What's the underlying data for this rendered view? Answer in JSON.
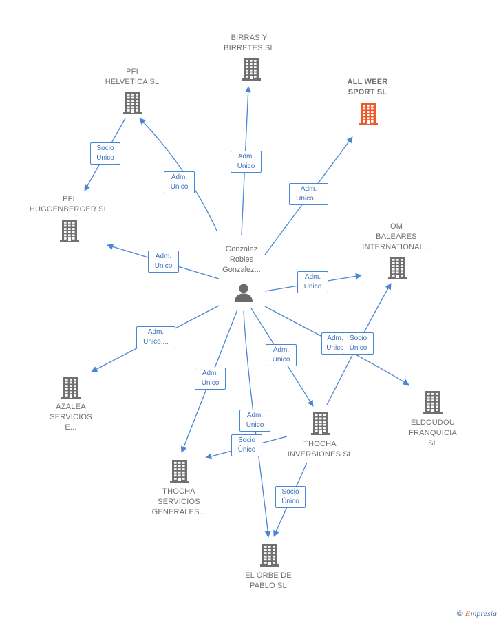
{
  "person": {
    "label": "Gonzalez\nRobles\nGonzalez..."
  },
  "nodes": [
    {
      "id": "birras",
      "label": "BIRRAS Y\nBIRRETES  SL",
      "highlight": false
    },
    {
      "id": "pfi_helvetica",
      "label": "PFI\nHELVETICA SL",
      "highlight": false
    },
    {
      "id": "all_weer",
      "label": "ALL WEER\nSPORT  SL",
      "highlight": true
    },
    {
      "id": "pfi_hugg",
      "label": "PFI\nHUGGENBERGER SL",
      "highlight": false
    },
    {
      "id": "om_baleares",
      "label": "OM\nBALEARES\nINTERNATIONAL...",
      "highlight": false
    },
    {
      "id": "azalea",
      "label": "AZALEA\nSERVICIOS\nE...",
      "highlight": false
    },
    {
      "id": "eldoudou",
      "label": "ELDOUDOU\nFRANQUICIA\nSL",
      "highlight": false
    },
    {
      "id": "thocha_inv",
      "label": "THOCHA\nINVERSIONES SL",
      "highlight": false
    },
    {
      "id": "thocha_serv",
      "label": "THOCHA\nSERVICIOS\nGENERALES...",
      "highlight": false
    },
    {
      "id": "el_orbe",
      "label": "EL ORBE DE\nPABLO  SL",
      "highlight": false
    }
  ],
  "edges": [
    {
      "id": "e_birras",
      "label": "Adm.\nUnico"
    },
    {
      "id": "e_helvetica",
      "label": "Adm.\nUnico"
    },
    {
      "id": "e_allweer",
      "label": "Adm.\nUnico,..."
    },
    {
      "id": "e_hugg",
      "label": "Adm.\nUnico"
    },
    {
      "id": "e_om",
      "label": "Adm.\nUnico"
    },
    {
      "id": "e_azalea",
      "label": "Adm.\nUnico,..."
    },
    {
      "id": "e_eldoudou",
      "label": "Adm.\nUnico"
    },
    {
      "id": "e_thocha_inv",
      "label": "Adm.\nUnico"
    },
    {
      "id": "e_thocha_serv",
      "label": "Adm.\nUnico"
    },
    {
      "id": "e_el_orbe",
      "label": "Adm.\nUnico"
    },
    {
      "id": "e_helv_hugg",
      "label": "Socio\nÚnico"
    },
    {
      "id": "e_thochainv_om",
      "label": "Socio\nÚnico"
    },
    {
      "id": "e_thochainv_serv",
      "label": "Socio\nÚnico"
    },
    {
      "id": "e_thochainv_orbe",
      "label": "Socio\nÚnico"
    }
  ],
  "colors": {
    "edge": "#4a86d4",
    "building": "#707070",
    "building_highlight": "#f05a2a"
  },
  "icons": {
    "company": "building-icon",
    "person": "person-icon",
    "copyright": "copyright-icon"
  },
  "footer": {
    "copyright_symbol": "©",
    "brand_initial": "E",
    "brand_rest": "mpresia"
  }
}
